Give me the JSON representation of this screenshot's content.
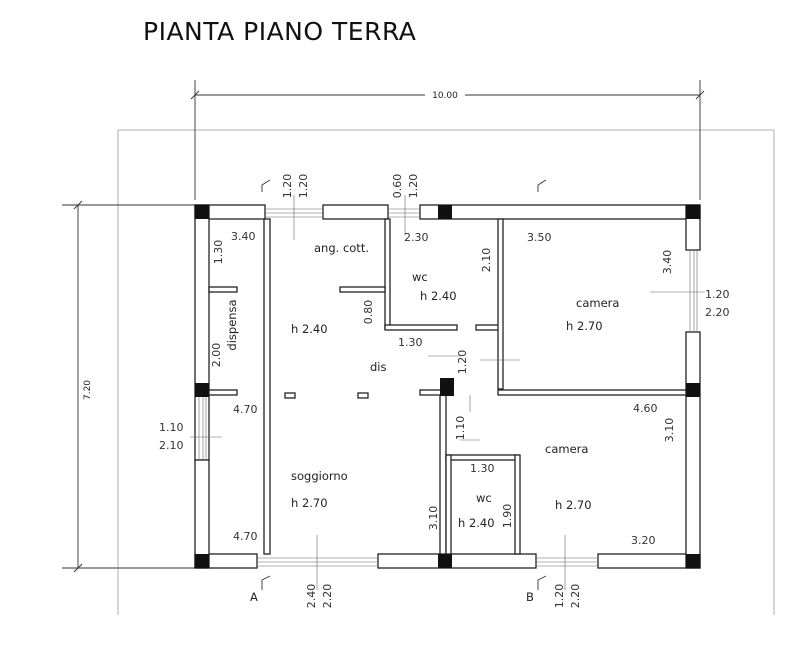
{
  "title": "PIANTA PIANO TERRA",
  "dimensions": {
    "overall_width": "10.00",
    "overall_depth": "7.20"
  },
  "rooms": {
    "ang_cott": {
      "name": "ang. cott."
    },
    "living": {
      "height_upper": "h 2.40",
      "name_lower": "soggiorno",
      "height_lower": "h 2.70"
    },
    "dispensa": {
      "name": "dispensa"
    },
    "dis": {
      "name": "dis"
    },
    "wc1": {
      "name": "wc",
      "height": "h 2.40"
    },
    "wc2": {
      "name": "wc",
      "height": "h 2.40"
    },
    "camera1": {
      "name": "camera",
      "height": "h 2.70"
    },
    "camera2": {
      "name": "camera",
      "height": "h 2.70"
    }
  },
  "measures": {
    "m340_left": "3.40",
    "m130_left": "1.30",
    "m200_left": "2.00",
    "m470_mid": "4.70",
    "m470_bottom": "4.70",
    "m230": "2.30",
    "m210_wc": "2.10",
    "m080": "0.80",
    "m130_dis": "1.30",
    "m120_dis": "1.20",
    "m110_dis": "1.10",
    "m310_low": "3.10",
    "m130_wc2": "1.30",
    "m190_wc2": "1.90",
    "m350": "3.50",
    "m340_right": "3.40",
    "m460": "4.60",
    "m310_right": "3.10",
    "m320": "3.20"
  },
  "openings": {
    "top_left_a": "1.20",
    "top_left_b": "1.20",
    "top_mid_a": "0.60",
    "top_mid_b": "1.20",
    "right_a": "1.20",
    "right_b": "2.20",
    "left_a": "1.10",
    "left_b": "2.10",
    "bottom_mid_a": "2.40",
    "bottom_mid_b": "2.20",
    "bottom_right_a": "1.20",
    "bottom_right_b": "2.20"
  },
  "section_marks": {
    "a": "A",
    "b": "B"
  }
}
